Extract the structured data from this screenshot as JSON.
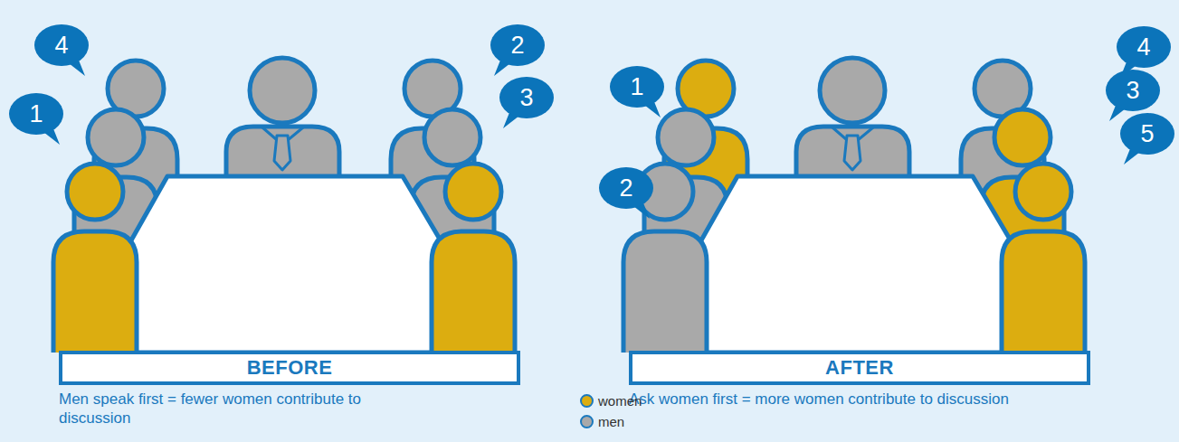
{
  "diagram": {
    "nodes": [
      {
        "text": [
          "4"
        ]
      },
      {
        "text": [
          "1"
        ]
      },
      {
        "text": [
          "2"
        ]
      },
      {
        "text": [
          "3"
        ]
      },
      {
        "text": [
          "BEFORE"
        ]
      },
      {
        "text": [
          "1"
        ]
      },
      {
        "text": [
          "2"
        ]
      },
      {
        "text": [
          "4"
        ]
      },
      {
        "text": [
          "3"
        ]
      },
      {
        "text": [
          "5"
        ]
      },
      {
        "text": [
          "AFTER"
        ]
      }
    ],
    "labels": [
      "Men speak first = fewer women contribute to discussion",
      "Ask women first = more women contribute to discussion"
    ],
    "legend": [
      {
        "text": "women",
        "color": "#dcad10"
      },
      {
        "text": "men",
        "color": "#a9a9a9"
      }
    ]
  }
}
